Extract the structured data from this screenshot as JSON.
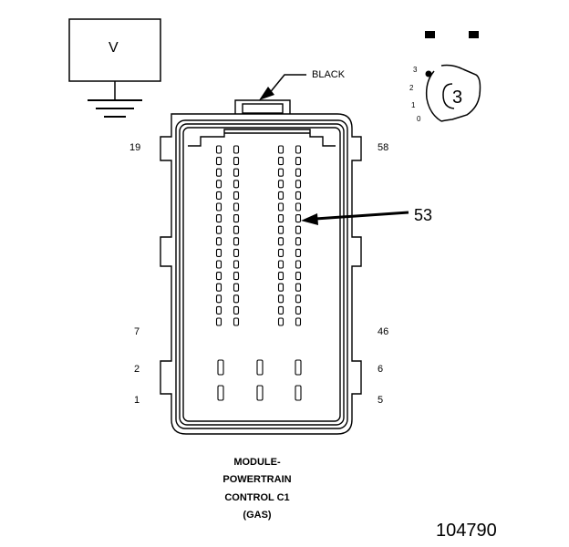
{
  "voltmeter": {
    "symbol": "V"
  },
  "color_callout": {
    "label": "BLACK"
  },
  "terminal_callout": {
    "number": "53"
  },
  "position_dial": {
    "marks": [
      "3",
      "2",
      "1",
      "0"
    ],
    "selected": "3"
  },
  "pin_labels": {
    "left": [
      "19",
      "7",
      "2",
      "1"
    ],
    "right": [
      "58",
      "46",
      "6",
      "5"
    ]
  },
  "caption": {
    "lines": [
      "MODULE-",
      "POWERTRAIN",
      "CONTROL C1",
      "(GAS)"
    ]
  },
  "figure_id": "104790"
}
